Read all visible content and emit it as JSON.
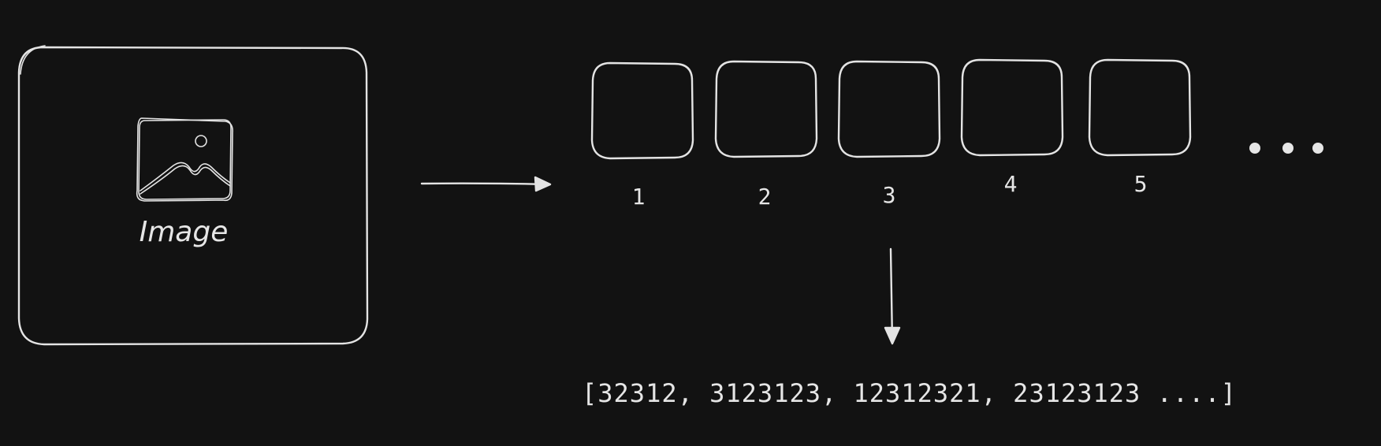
{
  "image_box": {
    "label": "Image",
    "icon": "image-icon"
  },
  "patches": [
    {
      "label": "1"
    },
    {
      "label": "2"
    },
    {
      "label": "3"
    },
    {
      "label": "4"
    },
    {
      "label": "5"
    }
  ],
  "more_indicator": "...",
  "embedding_vector": "[32312, 3123123, 12312321, 23123123 ....]",
  "colors": {
    "background": "#121212",
    "stroke": "#e4e4e4"
  }
}
